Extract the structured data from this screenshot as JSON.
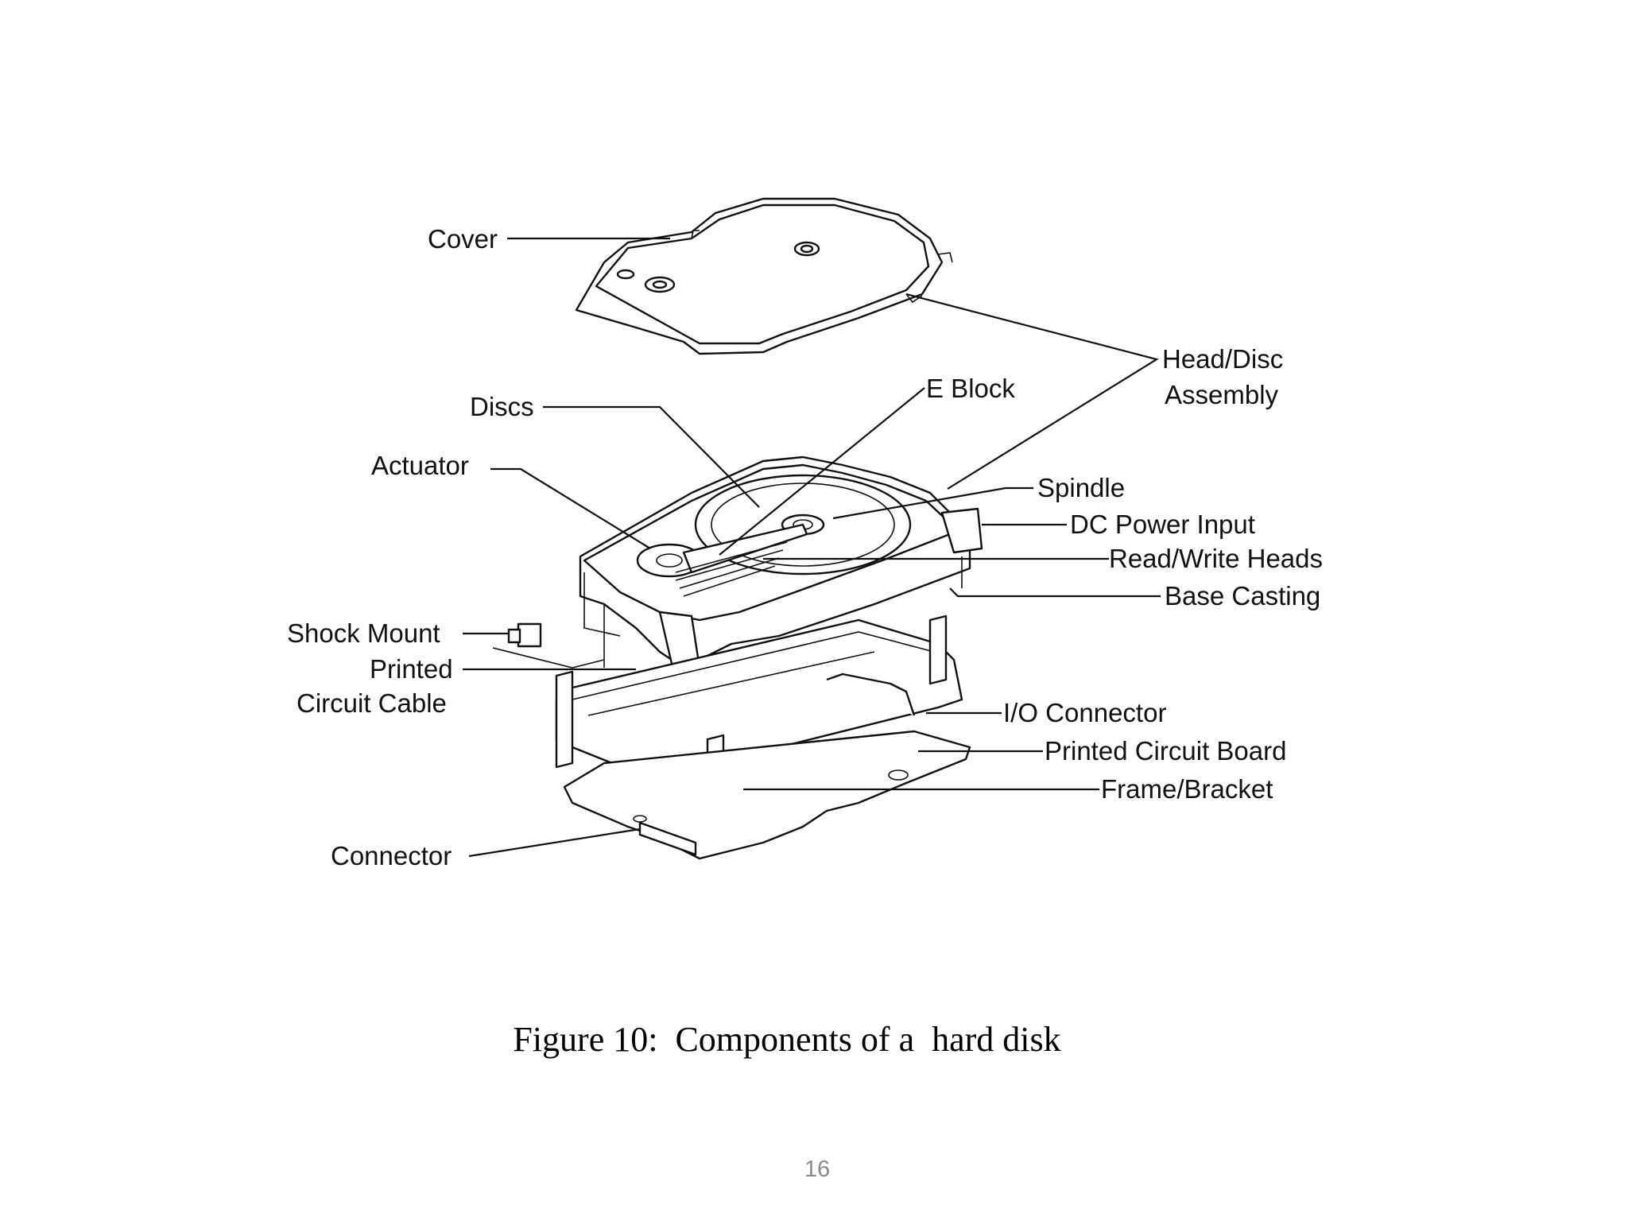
{
  "figure": {
    "labels": {
      "cover": "Cover",
      "head_disc_assembly_1": "Head/Disc",
      "head_disc_assembly_2": "Assembly",
      "discs": "Discs",
      "e_block": "E Block",
      "actuator": "Actuator",
      "spindle": "Spindle",
      "dc_power_input": "DC Power Input",
      "read_write_heads": "Read/Write Heads",
      "base_casting": "Base Casting",
      "shock_mount": "Shock Mount",
      "printed_circuit_cable_1": "Printed",
      "printed_circuit_cable_2": "Circuit Cable",
      "io_connector": "I/O Connector",
      "printed_circuit_board": "Printed Circuit Board",
      "frame_bracket": "Frame/Bracket",
      "connector": "Connector"
    },
    "caption": "Figure 10:  Components of a  hard disk",
    "page_number": "16"
  }
}
